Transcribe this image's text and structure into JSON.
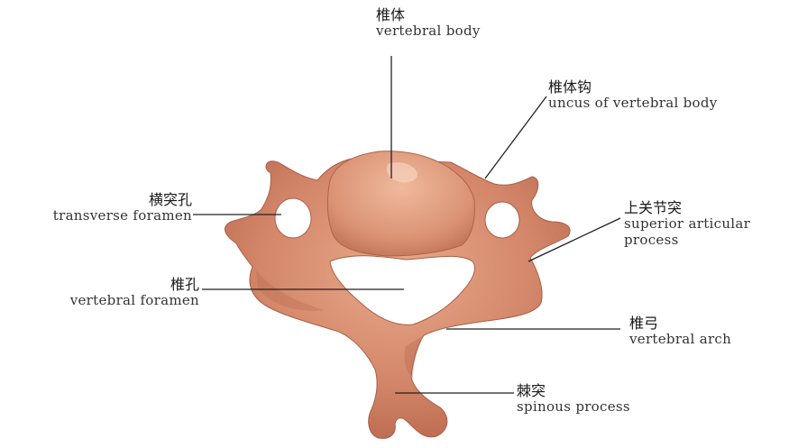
{
  "labels": {
    "vertebral_body": {
      "zh": "椎体",
      "en": "vertebral body"
    },
    "uncus": {
      "zh": "椎体钩",
      "en": "uncus of vertebral body"
    },
    "transverse_foramen": {
      "zh": "横突孔",
      "en": "transverse foramen"
    },
    "superior_articular": {
      "zh": "上关节突",
      "en_line1": "superior articular",
      "en_line2": "process"
    },
    "vertebral_foramen": {
      "zh": "椎孔",
      "en": "vertebral foramen"
    },
    "vertebral_arch": {
      "zh": "椎弓",
      "en": "vertebral arch"
    },
    "spinous_process": {
      "zh": "棘突",
      "en": "spinous process"
    }
  },
  "colors": {
    "bone": "#d4876a",
    "bone_shadow": "#b86a4e",
    "bone_light": "#e6a88a",
    "leader_line": "#222222"
  }
}
